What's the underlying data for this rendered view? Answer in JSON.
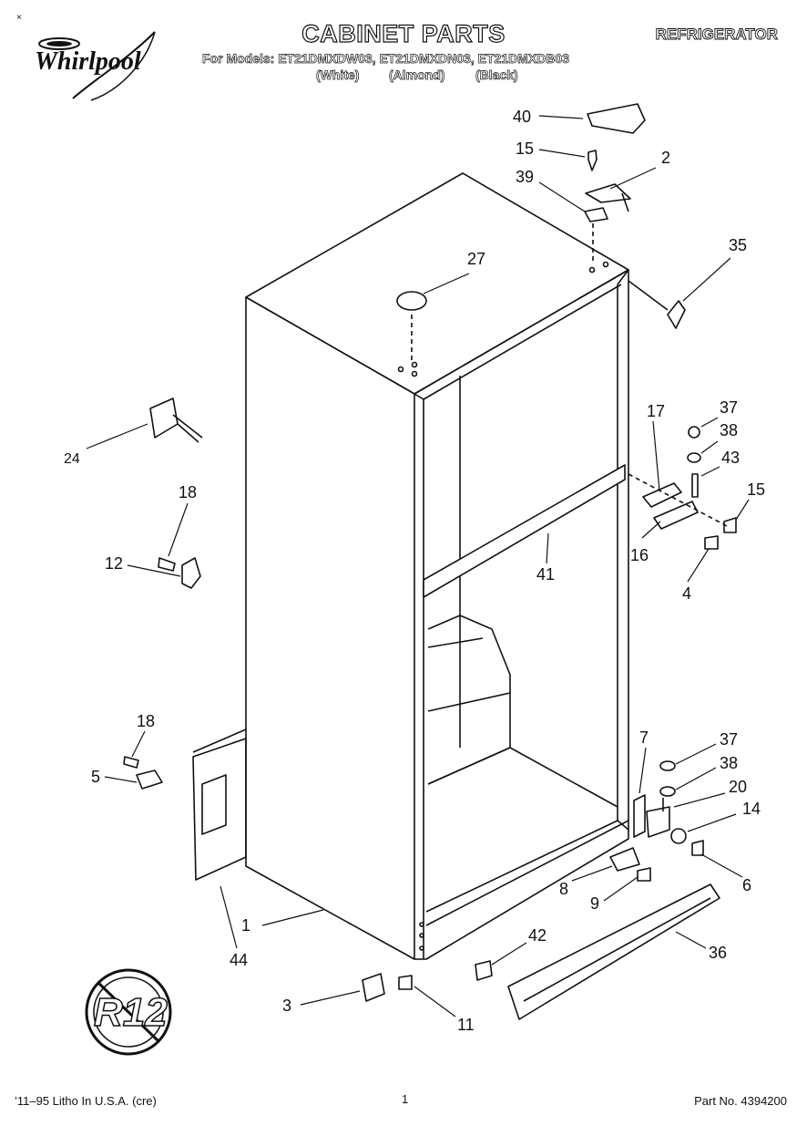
{
  "header": {
    "title": "CABINET PARTS",
    "category": "REFRIGERATOR",
    "models": "For Models: ET21DMXDW03, ET21DMXDN03, ET21DMXDB03",
    "colors": [
      "(White)",
      "(Almond)",
      "(Black)"
    ],
    "brand": "Whirlpool"
  },
  "part_labels": [
    "40",
    "15",
    "2",
    "39",
    "35",
    "27",
    "24",
    "17",
    "37",
    "38",
    "43",
    "15",
    "18",
    "12",
    "16",
    "4",
    "41",
    "18",
    "5",
    "7",
    "37",
    "38",
    "20",
    "14",
    "8",
    "9",
    "6",
    "1",
    "44",
    "42",
    "36",
    "3",
    "11"
  ],
  "badge": "R12",
  "footer": {
    "litho": "’11–95 Litho In U.S.A. (cre)",
    "page": "1",
    "part_no": "Part No. 4394200"
  }
}
